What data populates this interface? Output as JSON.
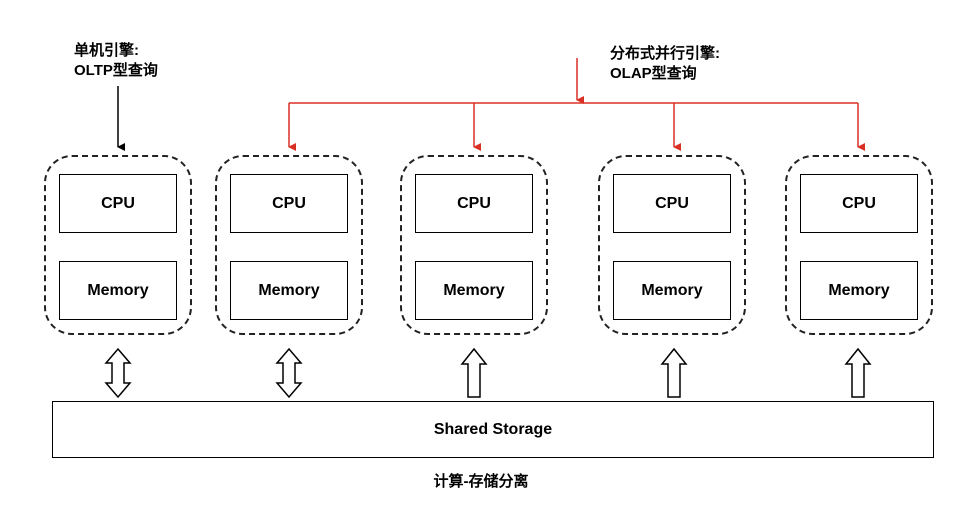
{
  "single_engine": {
    "line1": "单机引擎:",
    "line2": "OLTP型查询"
  },
  "distributed_engine": {
    "line1": "分布式并行引擎:",
    "line2": "OLAP型查询"
  },
  "nodes": [
    {
      "cpu": "CPU",
      "memory": "Memory"
    },
    {
      "cpu": "CPU",
      "memory": "Memory"
    },
    {
      "cpu": "CPU",
      "memory": "Memory"
    },
    {
      "cpu": "CPU",
      "memory": "Memory"
    },
    {
      "cpu": "CPU",
      "memory": "Memory"
    }
  ],
  "storage": {
    "label": "Shared Storage"
  },
  "caption": "计算-存储分离",
  "colors": {
    "distributed_arrows": "#d93025",
    "single_arrow": "#000000"
  }
}
